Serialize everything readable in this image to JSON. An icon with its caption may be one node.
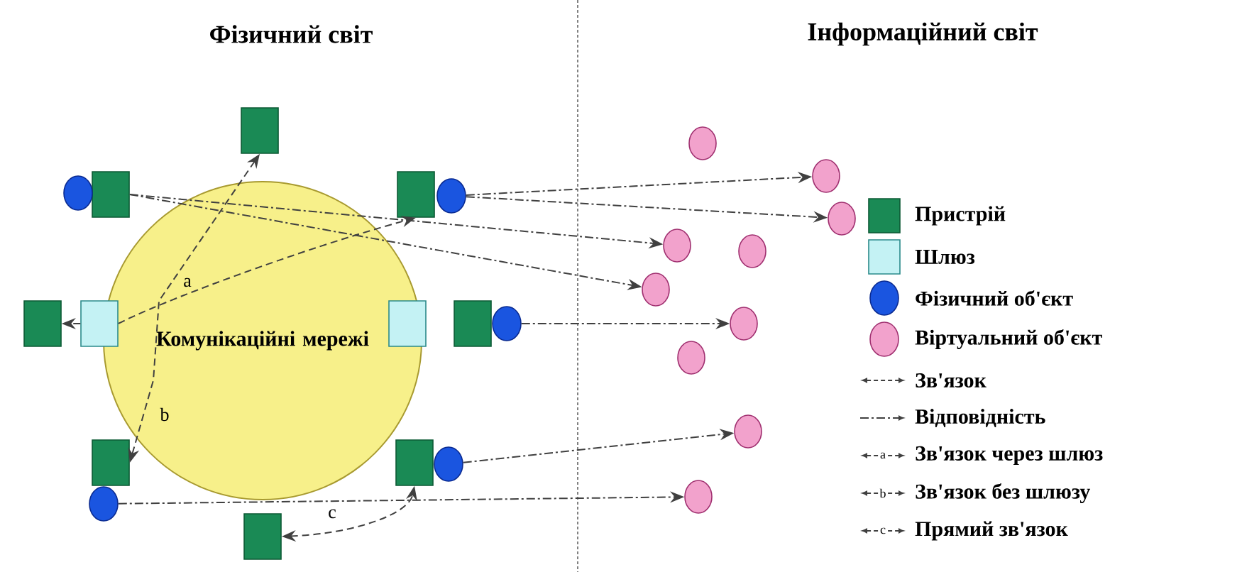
{
  "diagram": {
    "nodes": [
      {
        "text": [
          "Комунікаційні мережі"
        ]
      },
      {
        "text": [],
        "shape": "box"
      },
      {
        "text": [],
        "shape": "box"
      },
      {
        "text": [],
        "shape": "circle"
      },
      {
        "text": [],
        "shape": "box"
      },
      {
        "text": [],
        "shape": "circle"
      },
      {
        "text": [],
        "shape": "box"
      },
      {
        "text": [],
        "shape": "box"
      },
      {
        "text": [],
        "shape": "box"
      },
      {
        "text": [],
        "shape": "box"
      },
      {
        "text": [],
        "shape": "circle"
      },
      {
        "text": [],
        "shape": "box"
      },
      {
        "text": [],
        "shape": "circle"
      },
      {
        "text": [],
        "shape": "box"
      },
      {
        "text": [],
        "shape": "circle"
      },
      {
        "text": [],
        "shape": "box"
      },
      {
        "text": [],
        "shape": "circle"
      },
      {
        "text": [],
        "shape": "circle"
      },
      {
        "text": [],
        "shape": "circle"
      },
      {
        "text": [],
        "shape": "circle"
      },
      {
        "text": [],
        "shape": "circle"
      },
      {
        "text": [],
        "shape": "circle"
      },
      {
        "text": [],
        "shape": "circle"
      },
      {
        "text": [],
        "shape": "circle"
      },
      {
        "text": [],
        "shape": "circle"
      },
      {
        "text": [],
        "shape": "circle"
      }
    ],
    "edges": [
      {
        "from": 7,
        "to": 4,
        "arrow": "to",
        "label": "a",
        "style": "dashed"
      },
      {
        "from": 1,
        "to": 11,
        "arrow": "both",
        "label": "b",
        "style": "dashed"
      },
      {
        "from": 15,
        "to": 13,
        "arrow": "both",
        "label": "c",
        "style": "dashed"
      },
      {
        "from": 5,
        "to": 17,
        "arrow": "to"
      },
      {
        "from": 5,
        "to": 18,
        "arrow": "to"
      },
      {
        "from": 2,
        "to": 19,
        "arrow": "to"
      },
      {
        "from": 2,
        "to": 21,
        "arrow": "to"
      },
      {
        "from": 10,
        "to": 22,
        "arrow": "to"
      },
      {
        "from": 14,
        "to": 24,
        "arrow": "to"
      },
      {
        "from": 12,
        "to": 25,
        "arrow": "to"
      },
      {
        "from": 7,
        "to": 6,
        "arrow": "to",
        "style": "dashed"
      }
    ],
    "labels": [
      "Фізичний світ",
      "Інформаційний світ",
      "a",
      "b",
      "c"
    ],
    "legend": [
      {
        "text": "Пристрій",
        "color": "#1a8a55"
      },
      {
        "text": "Шлюз",
        "color": "#c4f2f4"
      },
      {
        "text": "Фізичний об'єкт",
        "color": "#1a55e0"
      },
      {
        "text": "Віртуальний об'єкт",
        "color": "#f2a2cc"
      },
      {
        "text": "Зв'язок"
      },
      {
        "text": "Відповідність"
      },
      {
        "text": "Зв'язок через шлюз"
      },
      {
        "text": "Зв'язок без шлюзу"
      },
      {
        "text": "Прямий зв'язок"
      }
    ]
  }
}
